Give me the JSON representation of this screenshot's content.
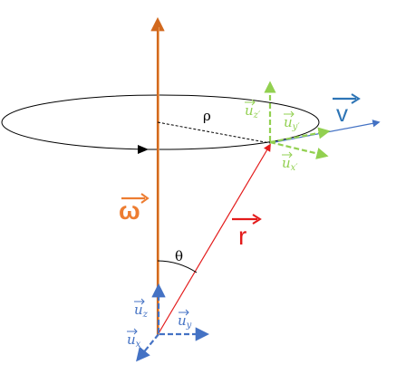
{
  "labels": {
    "rho": "ρ",
    "theta": "θ",
    "omega": "ω",
    "r": "r",
    "v": "v",
    "ux": "u",
    "ux_sub": "x",
    "uy": "u",
    "uy_sub": "y",
    "uz": "u",
    "uz_sub": "z",
    "uxp": "u",
    "uxp_sub": "x′",
    "uyp": "u",
    "uyp_sub": "y′",
    "uzp": "u",
    "uzp_sub": "z′"
  },
  "colors": {
    "axis": "#d2691e",
    "omega_label": "#ed7d31",
    "r_vector": "#e31b1b",
    "v_vector": "#4472c4",
    "v_label": "#2e75b6",
    "fixed_frame": "#4472c4",
    "rotating_frame": "#92d050",
    "orbit": "#000000"
  }
}
